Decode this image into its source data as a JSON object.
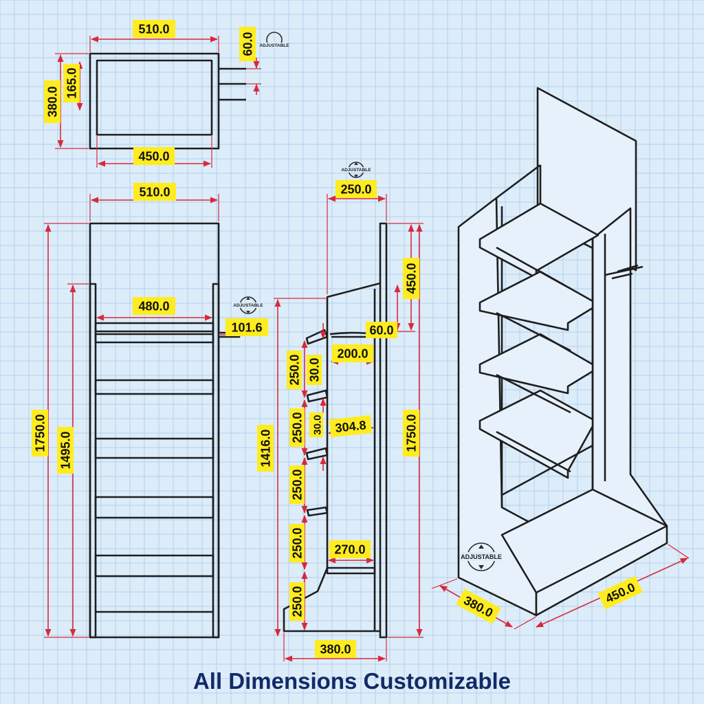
{
  "caption": "All Dimensions Customizable",
  "badge_text": "ADJUSTABLE",
  "dimensions": {
    "top_width": "510.0",
    "top_hook_depth": "60.0",
    "top_depth": "380.0",
    "top_inner_depth": "165.0",
    "top_inner_width": "450.0",
    "front_width": "510.0",
    "front_shelf_width": "480.0",
    "front_hook_length": "101.6",
    "front_height": "1750.0",
    "front_side_height": "1495.0",
    "side_top_depth": "250.0",
    "side_header": "450.0",
    "side_hook": "60.0",
    "side_hook_bar": "200.0",
    "side_spacing_1": "250.0",
    "side_lip_1": "30.0",
    "side_spacing_2": "250.0",
    "side_lip_2": "30.0",
    "side_shelf_depth": "304.8",
    "side_spacing_3": "250.0",
    "side_spacing_4": "250.0",
    "side_spacing_5": "250.0",
    "side_total_height": "1416.0",
    "side_height": "1750.0",
    "side_bottom_shelf": "270.0",
    "side_base_depth": "380.0",
    "iso_depth": "380.0",
    "iso_width": "450.0"
  },
  "colors": {
    "background": "#dcecf9",
    "grid": "#b3d0ea",
    "dimension_line": "#d8293b",
    "label_fill": "#ffec1f",
    "outline": "#1e1e1e",
    "caption": "#142a66"
  }
}
